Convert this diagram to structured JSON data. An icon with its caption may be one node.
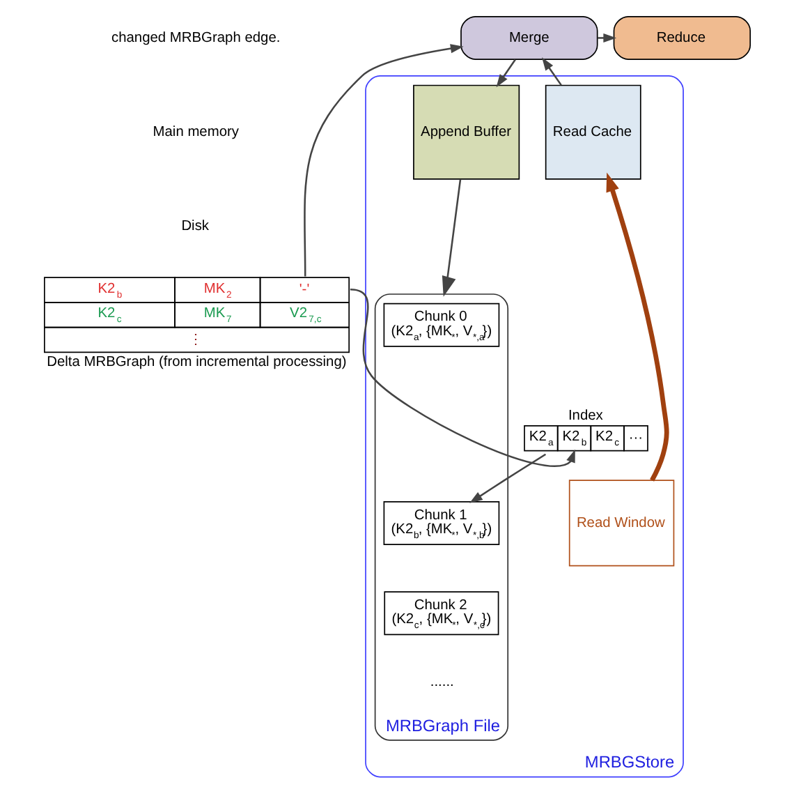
{
  "diagram": {
    "nodes": [
      {
        "text": [
          "Merge"
        ]
      },
      {
        "text": [
          "Reduce"
        ]
      },
      {
        "text": [
          "MRBGStore"
        ]
      },
      {
        "text": [
          "Index",
          "K2$_{a}$",
          "K2$_{b}$",
          "K2$_{c}$",
          "···"
        ],
        "in": 2
      },
      {
        "text": [
          "Read Cache"
        ],
        "in": 2
      },
      {
        "text": [
          "Append Buffer"
        ],
        "in": 2
      },
      {
        "text": [
          "MRBGraph File"
        ],
        "in": 2
      },
      {
        "text": [
          "Read Window"
        ],
        "in": 2
      },
      {
        "text": [
          "Chunk 0",
          "(K2$_{a}$, {MK$_{*}$, V$_{*,a}$})"
        ],
        "in": 6
      },
      {
        "text": [
          "Chunk 1",
          "(K2$_{b}$, {MK$_{*}$, V$_{*,b}$})"
        ],
        "in": 6
      },
      {
        "text": [
          "Chunk 2",
          "(K2$_{c}$, {MK$_{*}$, V$_{*,c}$})"
        ],
        "in": 6
      },
      {
        "text": [
          "......"
        ],
        "in": 6
      },
      {
        "text": [
          "K2$_{b}$",
          "MK$_{2}$",
          "'-'",
          "K2$_{c}$",
          "MK$_{7}$",
          "V2$_{7,c}$",
          "⋮",
          "Delta MRBGraph (from incremental processing)"
        ]
      }
    ],
    "edges": [
      {
        "from": 12,
        "to": 0,
        "arrow": "to"
      },
      {
        "from": 12,
        "to": 3,
        "arrow": "to"
      },
      {
        "from": 4,
        "to": 0,
        "arrow": "to"
      },
      {
        "from": 0,
        "to": 1,
        "arrow": "to"
      },
      {
        "from": 0,
        "to": 5,
        "arrow": "to"
      },
      {
        "from": 3,
        "to": 9,
        "arrow": "to"
      },
      {
        "from": 7,
        "to": 4,
        "arrow": "to",
        "style": "thick",
        "color": "#a0400f"
      },
      {
        "from": 5,
        "to": 6,
        "arrow": "to"
      }
    ],
    "labels": [
      "changed MRBGraph edge.",
      "Main memory",
      "Disk"
    ]
  }
}
